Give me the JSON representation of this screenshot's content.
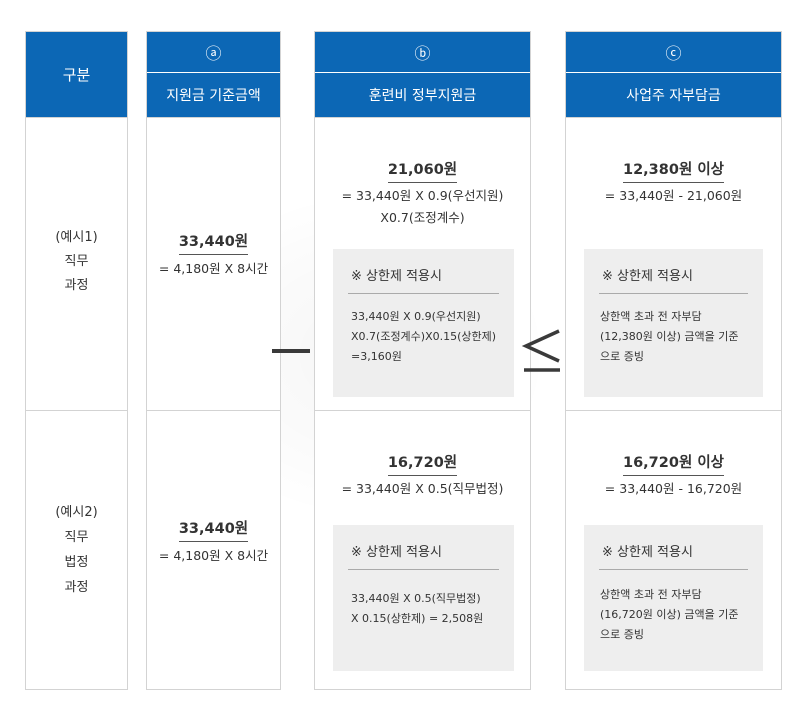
{
  "headers": {
    "category": "구분",
    "col_a": {
      "marker": "ⓐ",
      "label": "지원금 기준금액"
    },
    "col_b": {
      "marker": "ⓑ",
      "label": "훈련비 정부지원금"
    },
    "col_c": {
      "marker": "ⓒ",
      "label": "사업주 자부담금"
    }
  },
  "rows": [
    {
      "label_lines": [
        "(예시1)",
        "직무",
        "과정"
      ],
      "a": {
        "amount": "33,440원",
        "formula": "= 4,180원 X 8시간"
      },
      "b": {
        "amount": "21,060원",
        "formula_lines": [
          "= 33,440원 X 0.9(우선지원)",
          "X0.7(조정계수)"
        ],
        "note_title": "※ 상한제 적용시",
        "note_lines": [
          "33,440원 X 0.9(우선지원)",
          "X0.7(조정계수)X0.15(상한제)",
          "=3,160원"
        ]
      },
      "c": {
        "amount": "12,380원 이상",
        "formula": "= 33,440원 - 21,060원",
        "note_title": "※ 상한제 적용시",
        "note_lines": [
          "상한액 초과 전 자부담",
          "(12,380원 이상) 금액을 기준",
          "으로 증빙"
        ]
      }
    },
    {
      "label_lines": [
        "(예시2)",
        "직무",
        "법정",
        "과정"
      ],
      "a": {
        "amount": "33,440원",
        "formula": "= 4,180원 X 8시간"
      },
      "b": {
        "amount": "16,720원",
        "formula_lines": [
          "= 33,440원 X 0.5(직무법정)"
        ],
        "note_title": "※ 상한제 적용시",
        "note_lines": [
          "33,440원 X 0.5(직무법정)",
          "X 0.15(상한제) = 2,508원"
        ]
      },
      "c": {
        "amount": "16,720원 이상",
        "formula": "= 33,440원 - 16,720원",
        "note_title": "※ 상한제 적용시",
        "note_lines": [
          "상한액 초과 전 자부담",
          "(16,720원 이상) 금액을 기준",
          "으로 증빙"
        ]
      }
    }
  ],
  "operators": {
    "minus": "−",
    "less_equal": "≤"
  },
  "colors": {
    "header_bg": "#0c67b5",
    "border": "#d3d3d3",
    "note_bg": "#eeeeee",
    "text": "#333333"
  }
}
